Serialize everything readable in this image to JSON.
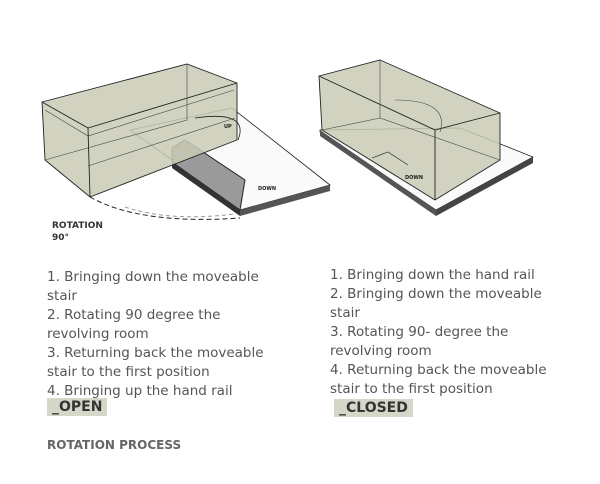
{
  "open": {
    "rotation_label": "ROTATION",
    "rotation_angle": "90°",
    "up_label": "UP",
    "down_label": "DOWN",
    "steps": [
      "1. Bringing down the moveable stair",
      "2. Rotating 90 degree the revolving room",
      "3. Returning back the moveable stair to the first position",
      "4. Bringing up the hand rail"
    ],
    "tag": "_OPEN"
  },
  "closed": {
    "down_label": "DOWN",
    "steps": [
      "1. Bringing down the hand rail",
      "2. Bringing down the moveable stair",
      "3. Rotating 90- degree the revolving room",
      "4. Returning back the moveable stair to the first position"
    ],
    "tag": "_CLOSED"
  },
  "caption": "ROTATION PROCESS",
  "colors": {
    "box_fill": "#c9cab5",
    "platform_edge": "#555555",
    "tag_bg": "#d6d6c9"
  }
}
